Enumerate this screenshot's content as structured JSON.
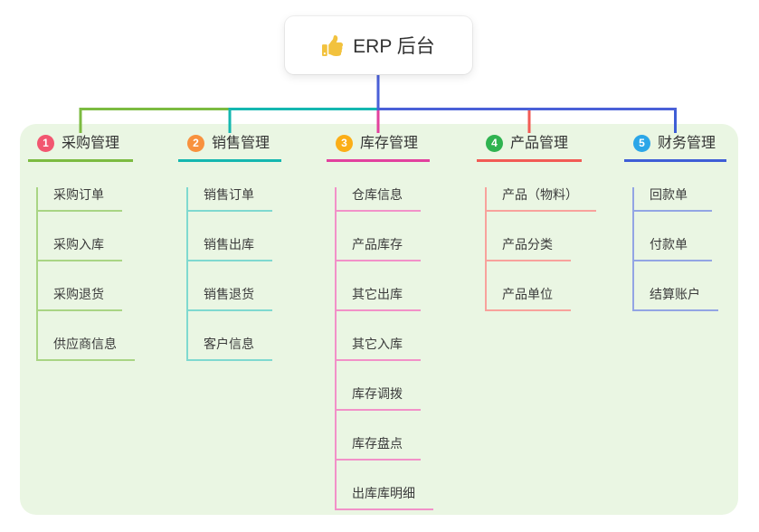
{
  "root": {
    "label": "ERP 后台",
    "icon": "thumbs-up-icon",
    "icon_color": "#F2C23E"
  },
  "canvas": {
    "panel_bg": "#EAF6E3"
  },
  "connectors": {
    "trunk_color": "#4A60D8"
  },
  "branches": [
    {
      "index": "1",
      "label": "采购管理",
      "badge_color": "#F25670",
      "line_color": "#7CBB41",
      "child_line_color": "#A9D584",
      "children": [
        "采购订单",
        "采购入库",
        "采购退货",
        "供应商信息"
      ]
    },
    {
      "index": "2",
      "label": "销售管理",
      "badge_color": "#F8913E",
      "line_color": "#14B7B0",
      "child_line_color": "#7FD9D0",
      "children": [
        "销售订单",
        "销售出库",
        "销售退货",
        "客户信息"
      ]
    },
    {
      "index": "3",
      "label": "库存管理",
      "badge_color": "#FBAE17",
      "line_color": "#E2419E",
      "child_line_color": "#F291C8",
      "children": [
        "仓库信息",
        "产品库存",
        "其它出库",
        "其它入库",
        "库存调拨",
        "库存盘点",
        "出库库明细"
      ]
    },
    {
      "index": "4",
      "label": "产品管理",
      "badge_color": "#2FB350",
      "line_color": "#F25B55",
      "child_line_color": "#F8A29C",
      "children": [
        "产品（物料）",
        "产品分类",
        "产品单位"
      ]
    },
    {
      "index": "5",
      "label": "财务管理",
      "badge_color": "#2BA6E8",
      "line_color": "#3F5ED6",
      "child_line_color": "#93A5E4",
      "children": [
        "回款单",
        "付款单",
        "结算账户"
      ]
    }
  ]
}
